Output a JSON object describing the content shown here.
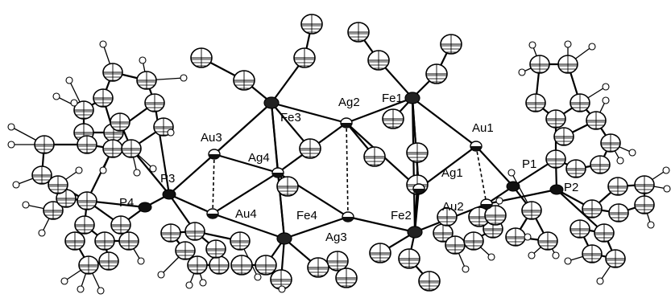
{
  "figure": {
    "atom_labels": {
      "fe3": "Fe3",
      "ag2": "Ag2",
      "fe1": "Fe1",
      "au3": "Au3",
      "au1": "Au1",
      "ag4": "Ag4",
      "ag1": "Ag1",
      "p3": "P3",
      "p4": "P4",
      "p1": "P1",
      "p2": "P2",
      "au4": "Au4",
      "au2": "Au2",
      "fe4": "Fe4",
      "fe2": "Fe2",
      "ag3": "Ag3"
    }
  }
}
